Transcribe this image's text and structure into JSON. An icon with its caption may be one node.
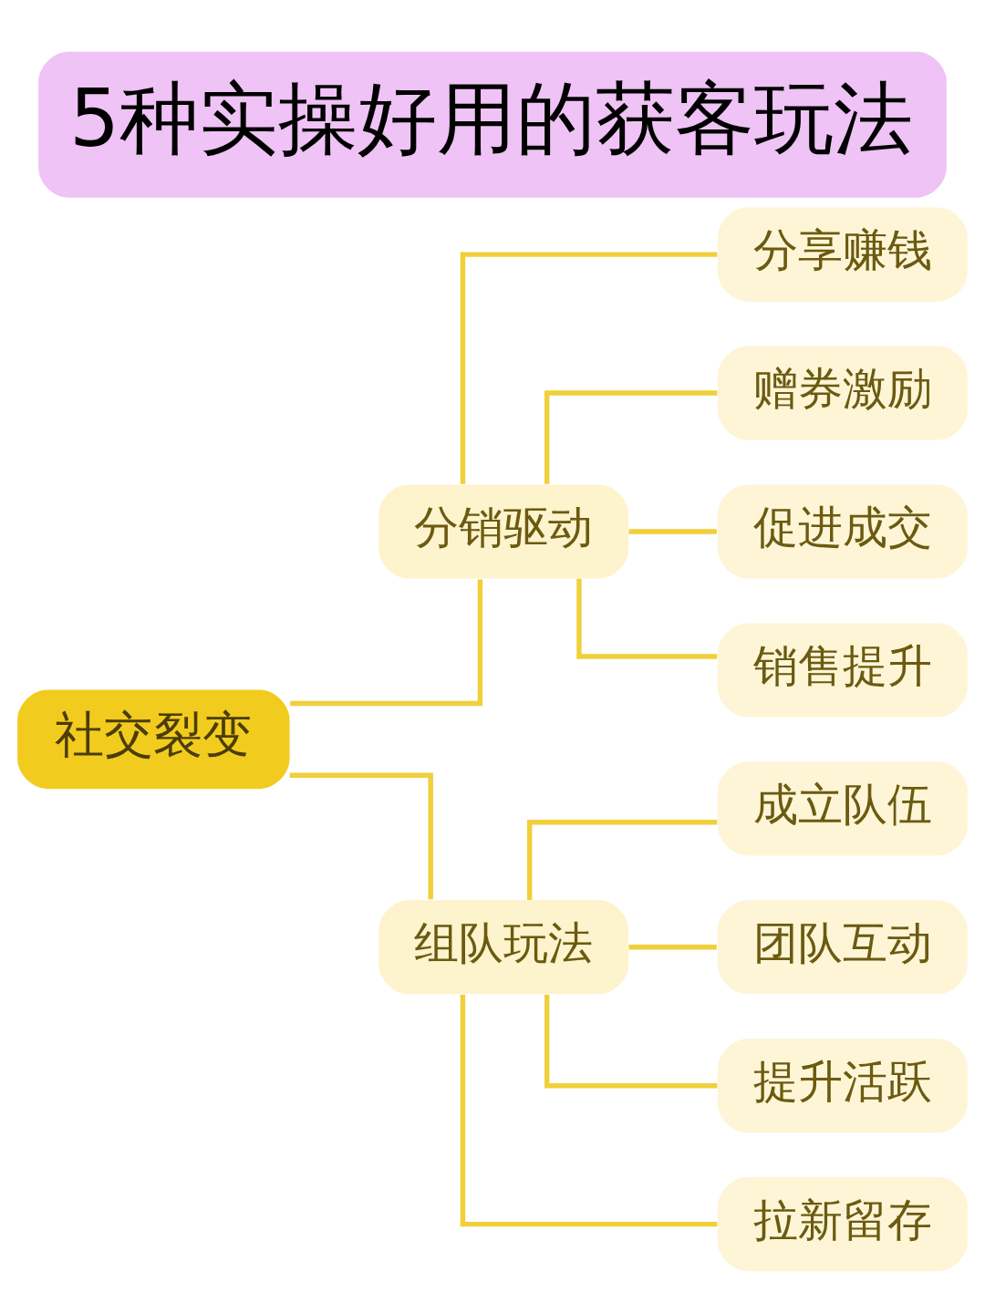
{
  "diagram": {
    "title": "5种实操好用的获客玩法",
    "nodes": [
      {
        "text": [
          "社交裂变"
        ]
      },
      {
        "text": [
          "分销驱动"
        ]
      },
      {
        "text": [
          "分享赚钱"
        ]
      },
      {
        "text": [
          "赠券激励"
        ]
      },
      {
        "text": [
          "促进成交"
        ]
      },
      {
        "text": [
          "销售提升"
        ]
      },
      {
        "text": [
          "组队玩法"
        ]
      },
      {
        "text": [
          "成立队伍"
        ]
      },
      {
        "text": [
          "团队互动"
        ]
      },
      {
        "text": [
          "提升活跃"
        ]
      },
      {
        "text": [
          "拉新留存"
        ]
      }
    ],
    "edges": [
      {
        "from": 0,
        "to": 1,
        "arrow": "none"
      },
      {
        "from": 1,
        "to": 2,
        "arrow": "none"
      },
      {
        "from": 1,
        "to": 3,
        "arrow": "none"
      },
      {
        "from": 1,
        "to": 4,
        "arrow": "none"
      },
      {
        "from": 1,
        "to": 5,
        "arrow": "none"
      },
      {
        "from": 0,
        "to": 6,
        "arrow": "none"
      },
      {
        "from": 6,
        "to": 7,
        "arrow": "none"
      },
      {
        "from": 6,
        "to": 8,
        "arrow": "none"
      },
      {
        "from": 6,
        "to": 9,
        "arrow": "none"
      },
      {
        "from": 6,
        "to": 10,
        "arrow": "none"
      }
    ]
  }
}
